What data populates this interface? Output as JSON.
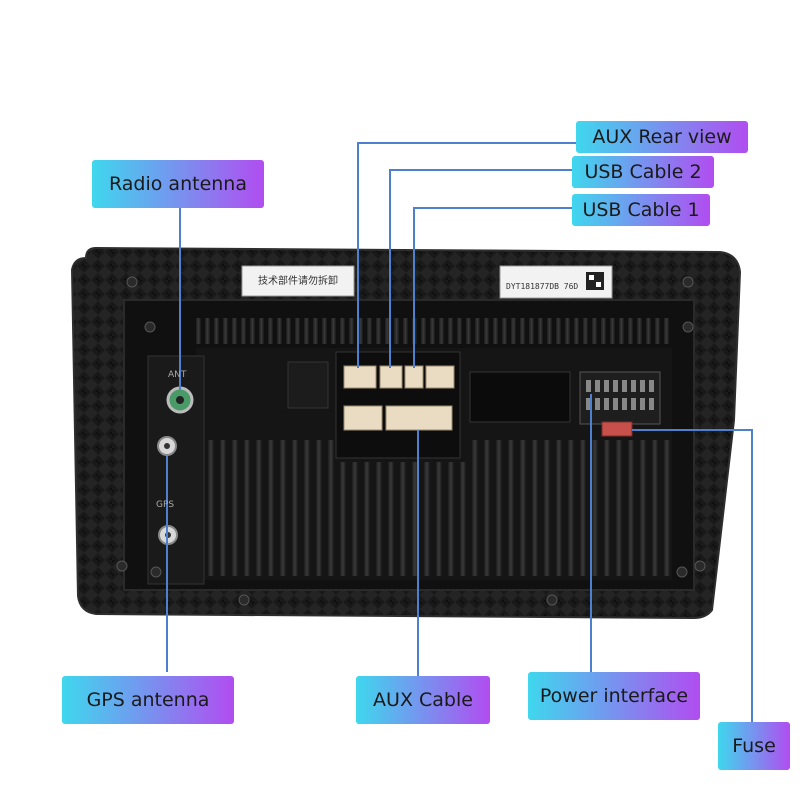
{
  "labels": {
    "aux_rear_view": "AUX Rear view",
    "usb_cable_2": "USB Cable 2",
    "usb_cable_1": "USB Cable 1",
    "radio_antenna": "Radio antenna",
    "gps_antenna": "GPS antenna",
    "aux_cable": "AUX Cable",
    "power_interface": "Power interface",
    "fuse": "Fuse"
  },
  "device": {
    "rear_sticker_left": "技术部件请勿拆卸",
    "rear_sticker_right": "DYT181877DB 76D",
    "antenna_port_label": "ANT",
    "gps_port_label": "GPS"
  },
  "colors": {
    "label_gradient_start": "#3fd7ee",
    "label_gradient_end": "#b14df0",
    "leader_line": "#4f7fcf",
    "chassis": "#141414"
  }
}
